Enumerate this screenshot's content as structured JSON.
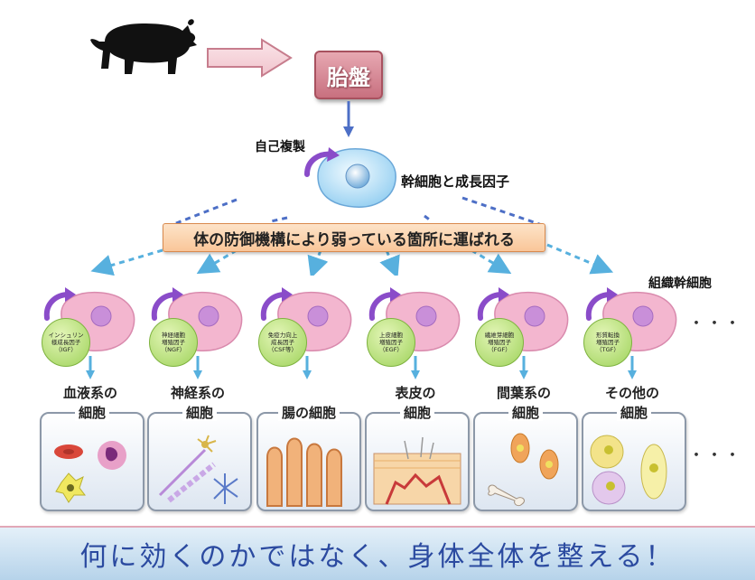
{
  "top": {
    "placenta_label": "胎盤",
    "self_renewal_label": "自己複製",
    "stem_cell_label": "幹細胞と成長因子"
  },
  "banner": {
    "text": "体の防御機構により弱っている箇所に運ばれる"
  },
  "tissue_stem_label": "組織幹細胞",
  "ellipsis": "・・・",
  "cells": [
    {
      "factor_lines": [
        "インシュリン",
        "様成長因子",
        "（IGF）"
      ],
      "type_lines": [
        "血液系の",
        "細胞"
      ]
    },
    {
      "factor_lines": [
        "神経細胞",
        "増殖因子",
        "（NGF）"
      ],
      "type_lines": [
        "神経系の",
        "細胞"
      ]
    },
    {
      "factor_lines": [
        "免疫力向上",
        "成長因子",
        "（CSF等）"
      ],
      "type_lines": [
        "",
        "腸の細胞"
      ]
    },
    {
      "factor_lines": [
        "上皮細胞",
        "増殖因子",
        "（EGF）"
      ],
      "type_lines": [
        "表皮の",
        "細胞"
      ]
    },
    {
      "factor_lines": [
        "繊維芽細胞",
        "増殖因子",
        "（FGF）"
      ],
      "type_lines": [
        "間葉系の",
        "細胞"
      ]
    },
    {
      "factor_lines": [
        "形質転換",
        "増殖因子",
        "（TGF）"
      ],
      "type_lines": [
        "その他の",
        "細胞"
      ]
    }
  ],
  "slogan": "何に効くのかではなく、身体全体を整える！",
  "colors": {
    "placenta": "#c8707f",
    "stem_cell": "#a9d8f3",
    "tissue_cell": "#f3b6cf",
    "nucleus": "#c98fd9",
    "arrow_blue": "#4d6fc6",
    "arrow_light_blue": "#57b0de",
    "self_renew_arrow": "#8a4cc9",
    "banner": "#f9c699",
    "factor_circle": "#9ed25a",
    "slogan_text": "#2b4aa0"
  }
}
